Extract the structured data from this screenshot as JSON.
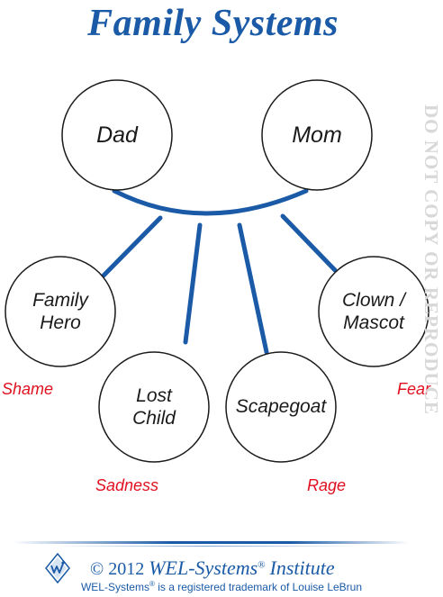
{
  "title": "Family Systems",
  "nodes": {
    "dad": "Dad",
    "mom": "Mom",
    "hero_line1": "Family",
    "hero_line2": "Hero",
    "lost_line1": "Lost",
    "lost_line2": "Child",
    "scapegoat": "Scapegoat",
    "clown_line1": "Clown /",
    "clown_line2": "Mascot"
  },
  "emotions": {
    "shame": "Shame",
    "sadness": "Sadness",
    "rage": "Rage",
    "fear": "Fear"
  },
  "watermark": "DO NOT COPY OR REPRODUCE",
  "footer": {
    "copyright": "© 2012",
    "brand": "WEL-Systems",
    "brand_mark": "®",
    "brand_suffix": "Institute",
    "trademark_a": "WEL-Systems",
    "trademark_mark": "®",
    "trademark_b": " is a registered trademark of Louise LeBrun"
  },
  "colors": {
    "accent": "#1a5aa6",
    "emotion": "#e01020",
    "node_stroke": "#1a1a1a"
  }
}
